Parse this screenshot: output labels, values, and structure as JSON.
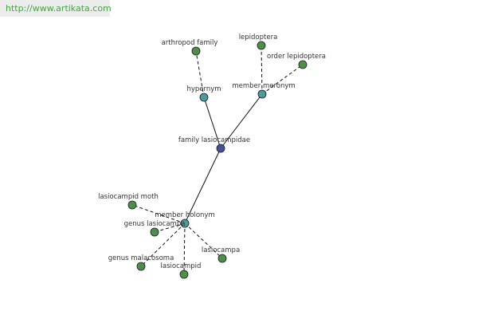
{
  "watermark": {
    "url": "http://www.artikata.com"
  },
  "colors": {
    "center": "#4a4f9a",
    "relation": "#4b9b9b",
    "leaf": "#4f8e4a",
    "edge": "#111111"
  },
  "graph": {
    "nodes": {
      "family-lasiocampidae": {
        "label": "family lasiocampidae",
        "kind": "center"
      },
      "hypernym": {
        "label": "hypernym",
        "kind": "relation"
      },
      "member-meronym": {
        "label": "member meronym",
        "kind": "relation"
      },
      "member-holonym": {
        "label": "member holonym",
        "kind": "relation"
      },
      "arthropod-family": {
        "label": "arthropod family",
        "kind": "leaf"
      },
      "lepidoptera": {
        "label": "lepidoptera",
        "kind": "leaf"
      },
      "order-lepidoptera": {
        "label": "order lepidoptera",
        "kind": "leaf"
      },
      "lasiocampid-moth": {
        "label": "lasiocampid moth",
        "kind": "leaf"
      },
      "genus-lasiocampa": {
        "label": "genus lasiocampa",
        "kind": "leaf"
      },
      "genus-malacosoma": {
        "label": "genus malacosoma",
        "kind": "leaf"
      },
      "lasiocampid": {
        "label": "lasiocampid",
        "kind": "leaf"
      },
      "lasiocampa": {
        "label": "lasiocampa",
        "kind": "leaf"
      }
    },
    "edges": [
      {
        "from": "family-lasiocampidae",
        "to": "hypernym",
        "style": "solid"
      },
      {
        "from": "family-lasiocampidae",
        "to": "member-meronym",
        "style": "solid"
      },
      {
        "from": "family-lasiocampidae",
        "to": "member-holonym",
        "style": "solid"
      },
      {
        "from": "hypernym",
        "to": "arthropod-family",
        "style": "dashed"
      },
      {
        "from": "member-meronym",
        "to": "lepidoptera",
        "style": "dashed"
      },
      {
        "from": "member-meronym",
        "to": "order-lepidoptera",
        "style": "dashed"
      },
      {
        "from": "member-holonym",
        "to": "lasiocampid-moth",
        "style": "dashed"
      },
      {
        "from": "member-holonym",
        "to": "genus-lasiocampa",
        "style": "dashed"
      },
      {
        "from": "member-holonym",
        "to": "genus-malacosoma",
        "style": "dashed"
      },
      {
        "from": "member-holonym",
        "to": "lasiocampid",
        "style": "dashed"
      },
      {
        "from": "member-holonym",
        "to": "lasiocampa",
        "style": "dashed"
      }
    ]
  }
}
